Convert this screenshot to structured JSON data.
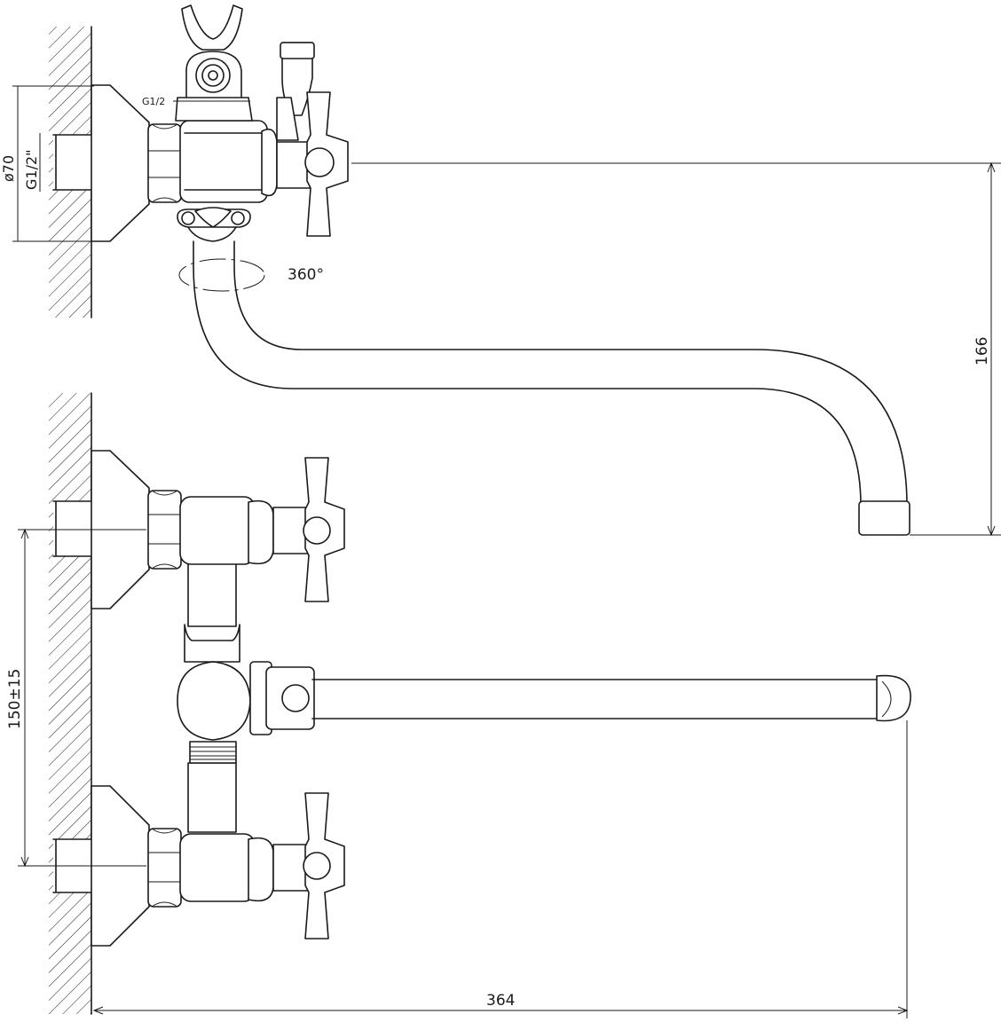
{
  "labels": {
    "diameter": "ø70",
    "thread_inlet": "G1/2\"",
    "thread_shower": "G1/2",
    "rotation": "360°",
    "spout_height": "166",
    "inlet_spacing": "150±15",
    "spout_reach": "364"
  },
  "colors": {
    "line": "#1a1a1a",
    "background": "#ffffff"
  }
}
